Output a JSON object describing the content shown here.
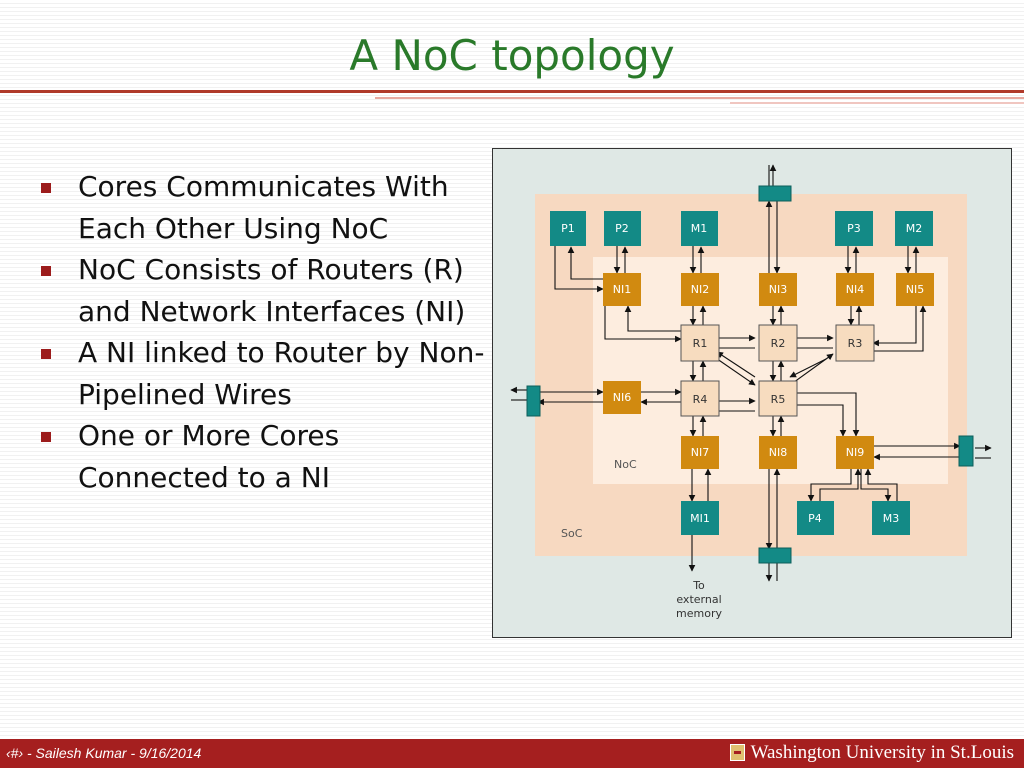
{
  "slide": {
    "title": "A NoC topology",
    "bullets": [
      "Cores Communicates With Each Other Using NoC",
      "NoC Consists of Routers (R) and Network Interfaces (NI)",
      "A NI linked to Router by Non-Pipelined Wires",
      "One or More Cores Connected to a NI"
    ]
  },
  "diagram": {
    "region_labels": {
      "soc": "SoC",
      "noc": "NoC"
    },
    "cores": {
      "p1": "P1",
      "p2": "P2",
      "m1": "M1",
      "p3": "P3",
      "m2": "M2",
      "mi1": "MI1",
      "p4": "P4",
      "m3": "M3"
    },
    "network_interfaces": {
      "ni1": "NI1",
      "ni2": "NI2",
      "ni3": "NI3",
      "ni4": "NI4",
      "ni5": "NI5",
      "ni6": "NI6",
      "ni7": "NI7",
      "ni8": "NI8",
      "ni9": "NI9"
    },
    "routers": {
      "r1": "R1",
      "r2": "R2",
      "r3": "R3",
      "r4": "R4",
      "r5": "R5"
    },
    "external_label": [
      "To",
      "external",
      "memory"
    ],
    "colors": {
      "core": "#138a86",
      "ni": "#d18a10",
      "router": "#f7dcbf",
      "soc_bg": "#f7d9c1",
      "noc_bg": "#fdeddf",
      "figure_bg": "#dfe8e5"
    }
  },
  "footer": {
    "text": "‹#› - Sailesh Kumar - 9/16/2014",
    "logo_text": "Washington University in St.Louis"
  }
}
